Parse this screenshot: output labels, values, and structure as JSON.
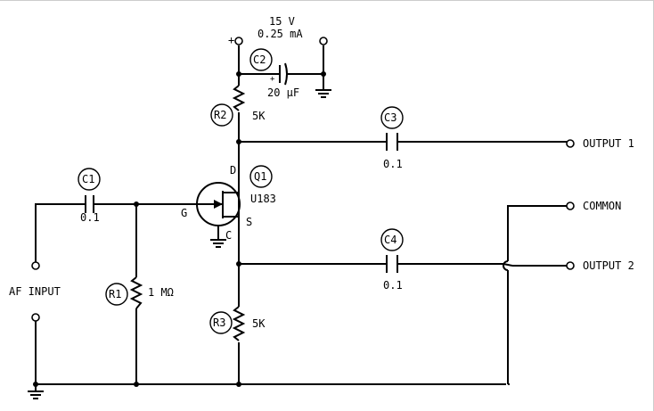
{
  "supply": {
    "voltage": "15 V",
    "current": "0.25 mA",
    "plus": "+"
  },
  "components": {
    "c1": {
      "ref": "C1",
      "value": "0.1"
    },
    "c2": {
      "ref": "C2",
      "value": "20 µF"
    },
    "c3": {
      "ref": "C3",
      "value": "0.1"
    },
    "c4": {
      "ref": "C4",
      "value": "0.1"
    },
    "r1": {
      "ref": "R1",
      "value": "1 MΩ"
    },
    "r2": {
      "ref": "R2",
      "value": "5K"
    },
    "r3": {
      "ref": "R3",
      "value": "5K"
    },
    "q1": {
      "ref": "Q1",
      "part": "U183",
      "pin_d": "D",
      "pin_g": "G",
      "pin_s": "S",
      "pin_c": "C"
    }
  },
  "terminals": {
    "input": "AF INPUT",
    "output1": "OUTPUT 1",
    "common": "COMMON",
    "output2": "OUTPUT 2"
  }
}
